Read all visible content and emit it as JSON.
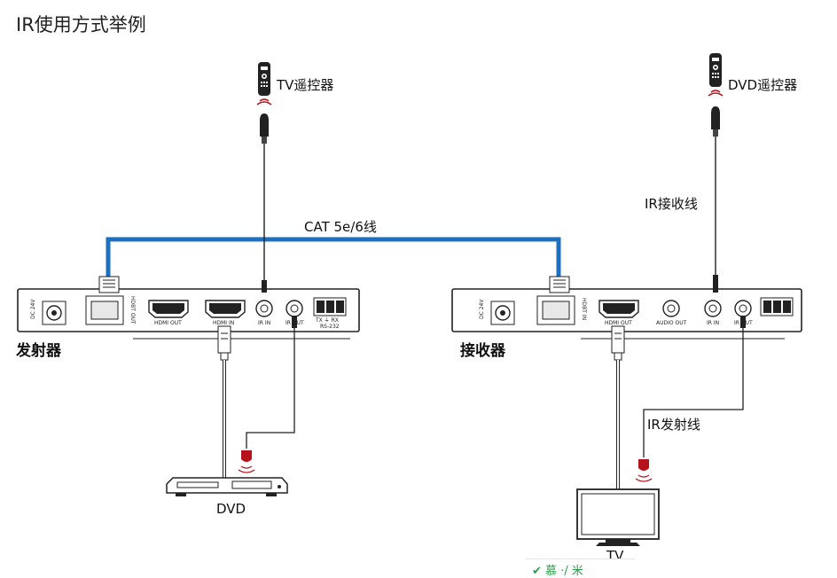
{
  "title": "IR使用方式举例",
  "cable_label": "CAT 5e/6线",
  "tv_remote_label": "TV遥控器",
  "dvd_remote_label": "DVD遥控器",
  "ir_receive_cable_label": "IR接收线",
  "ir_emit_cable_label": "IR发射线",
  "transmitter": {
    "label": "发射器",
    "ports": {
      "dc": "DC 24V",
      "hdbt": "HDBT OUT",
      "hdmi_out": "HDMI OUT",
      "hdmi_in": "HDMI IN",
      "ir_in": "IR IN",
      "ir_out": "IR OUT",
      "rs232_top": "TX ⏚ RX",
      "rs232_bottom": "RS-232"
    }
  },
  "receiver": {
    "label": "接收器",
    "ports": {
      "dc": "DC 24V",
      "hdbt": "HDBT IN",
      "hdmi_out": "HDMI OUT",
      "audio_out": "AUDIO OUT",
      "ir_in": "IR IN",
      "ir_out": "IR OUT"
    }
  },
  "dvd_label": "DVD",
  "tv_label": "TV",
  "watermark": "✔ 慕 ·/ 米",
  "colors": {
    "cat_cable": "#1f6fbf",
    "ir_red": "#b5121b"
  }
}
